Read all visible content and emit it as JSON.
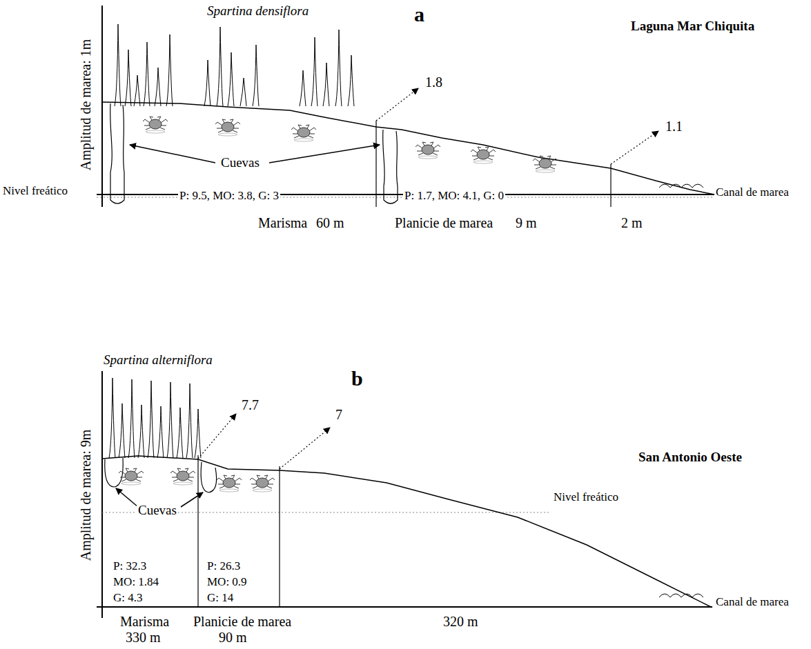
{
  "diagram": {
    "labels": [
      "Spartina densiflora",
      "a",
      "Laguna Mar Chiquita",
      "Amplitud de marea: 1m",
      "1.8",
      "1.1",
      "Cuevas",
      "Nivel freático",
      "P: 9.5, MO: 3.8, G: 3",
      "P: 1.7, MO: 4.1, G: 0",
      "Canal de marea",
      "Marisma",
      "60 m",
      "Planicie de marea",
      "9 m",
      "2 m",
      "Spartina alterniflora",
      "7.7",
      "b",
      "7",
      "San Antonio Oeste",
      "Amplitud de marea: 9m",
      "Cuevas",
      "Nivel freático",
      "P: 32.3",
      "MO: 1.84",
      "G: 4.3",
      "P: 26.3",
      "MO: 0.9",
      "G: 14",
      "Canal de marea",
      "Marisma",
      "330 m",
      "Planicie de marea",
      "90 m",
      "320 m"
    ]
  }
}
